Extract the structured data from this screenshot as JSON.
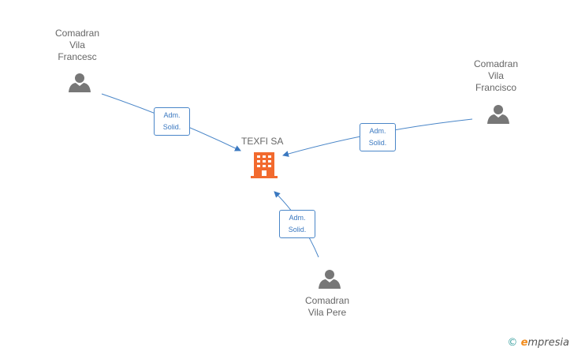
{
  "company": {
    "name": "TEXFI SA",
    "icon": "building-icon",
    "color": "#f26a2e"
  },
  "persons": [
    {
      "id": "p1",
      "label": "Comadran\nVila\nFrancesc",
      "icon": "person-icon"
    },
    {
      "id": "p2",
      "label": "Comadran\nVila\nFrancisco",
      "icon": "person-icon"
    },
    {
      "id": "p3",
      "label": "Comadran\nVila Pere",
      "icon": "person-icon"
    }
  ],
  "relations": [
    {
      "from": "p1",
      "to": "company",
      "label": "Adm.\nSolid."
    },
    {
      "from": "p2",
      "to": "company",
      "label": "Adm.\nSolid."
    },
    {
      "from": "p3",
      "to": "company",
      "label": "Adm.\nSolid."
    }
  ],
  "colors": {
    "edge": "#4a86c8",
    "person": "#777777",
    "text": "#666666"
  },
  "watermark": {
    "copyright_symbol": "©",
    "brand_initial": "e",
    "brand_rest": "mpresia"
  }
}
